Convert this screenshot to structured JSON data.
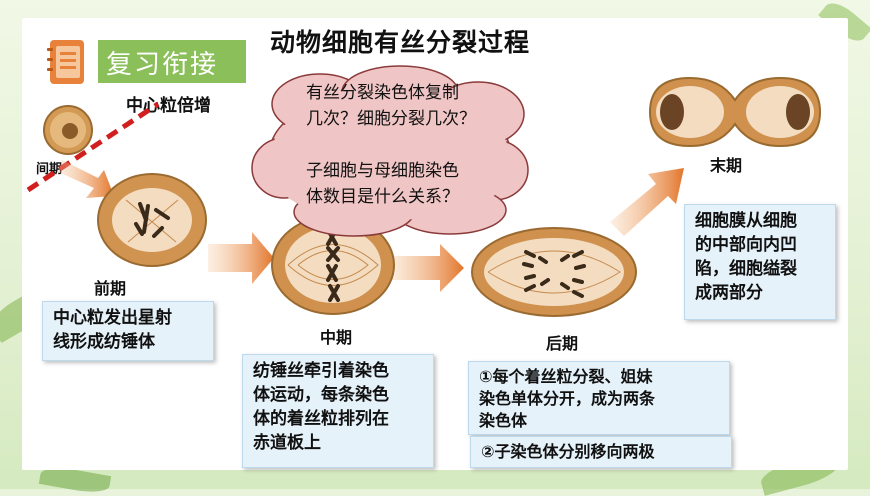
{
  "title": "动物细胞有丝分裂过程",
  "review_label": "复习衔接",
  "centriole_label": "中心粒倍增",
  "stages": {
    "interphase": "间期",
    "prophase": "前期",
    "metaphase": "中期",
    "anaphase": "后期",
    "telophase": "末期"
  },
  "cloud_lines": [
    "有丝分裂染色体复制",
    "几次？细胞分裂几次？",
    "子细胞与母细胞染色",
    "体数目是什么关系？"
  ],
  "notes": {
    "prophase": [
      "中心粒发出星射",
      "线形成纺锤体"
    ],
    "metaphase": [
      "纺锤丝牵引着染色",
      "体运动，每条染色",
      "体的着丝粒排列在",
      "赤道板上"
    ],
    "anaphase1": [
      "①每个着丝粒分裂、姐妹",
      "染色单体分开，成为两条",
      "染色体"
    ],
    "anaphase2": [
      "②子染色体分别移向两极"
    ],
    "telophase": [
      "细胞膜从细胞",
      "的中部向内凹",
      "陷，细胞缢裂",
      "成两部分"
    ]
  },
  "colors": {
    "cell": "#d9a76a",
    "arrow": "#e2752b",
    "review": "#8bbf5a",
    "cloud": "#f0c5c5",
    "dash": "#d11f1f"
  },
  "icons": [
    "notebook-icon"
  ]
}
